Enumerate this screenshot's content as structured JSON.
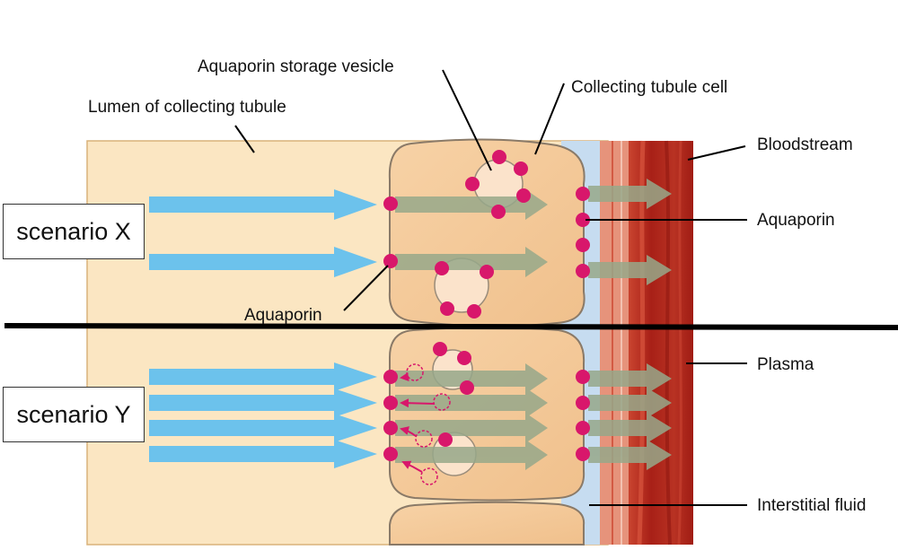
{
  "labels": {
    "aquaporin_storage_vesicle": "Aquaporin storage vesicle",
    "collecting_tubule_cell": "Collecting tubule cell",
    "lumen": "Lumen of collecting tubule",
    "bloodstream": "Bloodstream",
    "aquaporin_right": "Aquaporin",
    "aquaporin_lower": "Aquaporin",
    "plasma": "Plasma",
    "interstitial_fluid": "Interstitial fluid"
  },
  "scenarios": {
    "x": "scenario X",
    "y": "scenario Y"
  },
  "colors": {
    "lumen": "#fbe6c2",
    "cell": "#f5c998",
    "interstitial": "#c6dcf0",
    "vessel_wall": "#e6937b",
    "blood": "#b3281c",
    "water_arrow": "#6cc2ec",
    "transit_arrow": "#97a88a",
    "aquaporin": "#d8176b"
  }
}
